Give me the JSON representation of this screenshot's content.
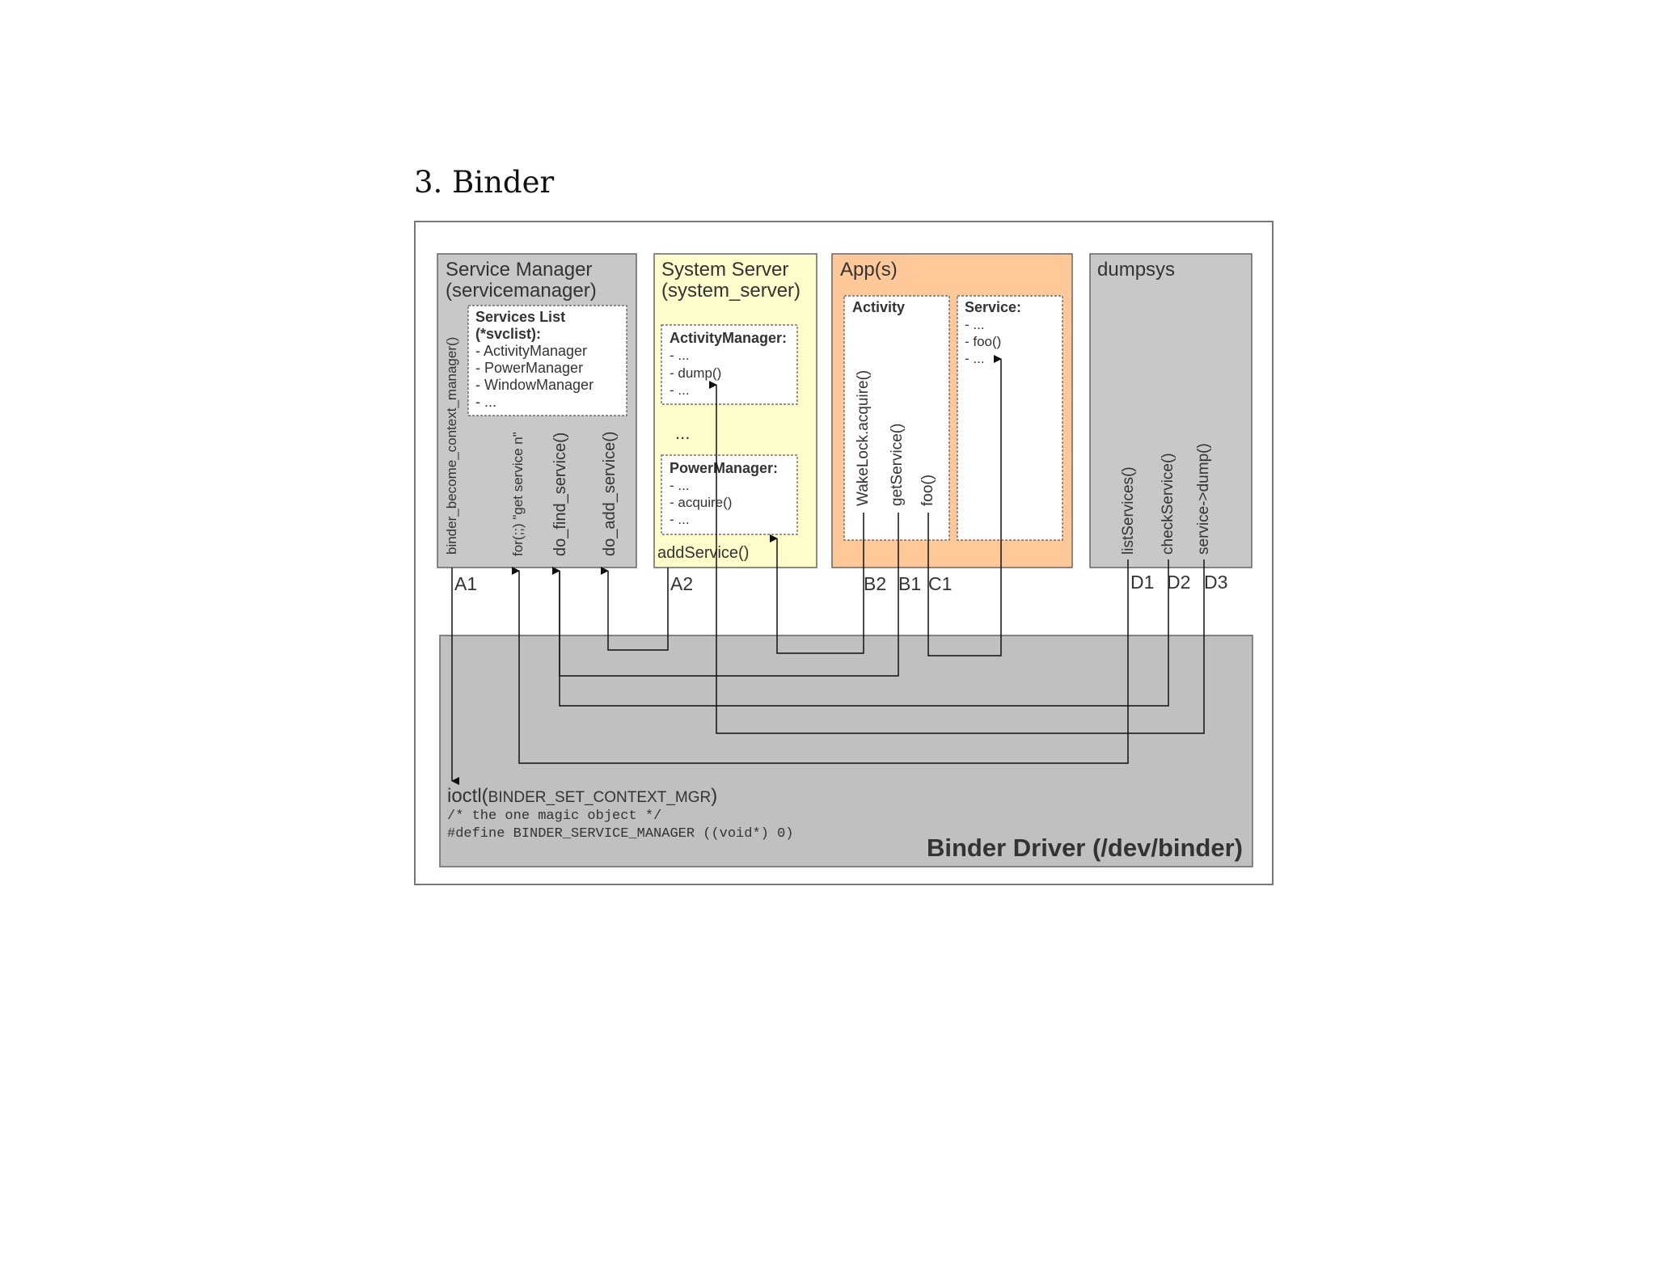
{
  "title": "3. Binder",
  "colors": {
    "gray_box": "#c8c8c8",
    "driver_box": "#c0c0c0",
    "system_server": "#fffccc",
    "apps": "#ffc899",
    "stroke": "#666666",
    "text": "#333333"
  },
  "service_manager": {
    "title1": "Service Manager",
    "title2": "(servicemanager)",
    "list": {
      "heading1": "Services List",
      "heading2": "(*svclist):",
      "items": [
        "- ActivityManager",
        "- PowerManager",
        "- WindowManager",
        "- ..."
      ]
    },
    "vlabels": {
      "become": "binder_become_context_manager()",
      "for_get": "for(;;) \"get service n\"",
      "find": "do_find_service()",
      "add": "do_add_service()"
    }
  },
  "system_server": {
    "title1": "System Server",
    "title2": "(system_server)",
    "activity_manager": {
      "heading": "ActivityManager:",
      "lines": [
        "- ...",
        "- dump()",
        "- ..."
      ]
    },
    "ellipsis": "...",
    "power_manager": {
      "heading": "PowerManager:",
      "lines": [
        "- ...",
        "- acquire()",
        "- ..."
      ]
    },
    "add_service": "addService()"
  },
  "apps": {
    "title": "App(s)",
    "activity": {
      "heading": "Activity",
      "vlabels": [
        "WakeLock.acquire()",
        "getService()",
        "foo()"
      ]
    },
    "service": {
      "heading": "Service:",
      "lines": [
        "- ...",
        "- foo()",
        "- ..."
      ]
    }
  },
  "dumpsys": {
    "title": "dumpsys",
    "vlabels": [
      "listServices()",
      "checkService()",
      "service->dump()"
    ]
  },
  "markers": {
    "A1": "A1",
    "A2": "A2",
    "B2": "B2",
    "B1": "B1",
    "C1": "C1",
    "D1": "D1",
    "D2": "D2",
    "D3": "D3"
  },
  "driver": {
    "ioctl_prefix": "ioctl(",
    "ioctl_arg": "BINDER_SET_CONTEXT_MGR",
    "ioctl_suffix": ")",
    "comment": "/* the one magic object */",
    "define": "#define BINDER_SERVICE_MANAGER ((void*) 0)",
    "title": "Binder Driver (/dev/binder)"
  }
}
